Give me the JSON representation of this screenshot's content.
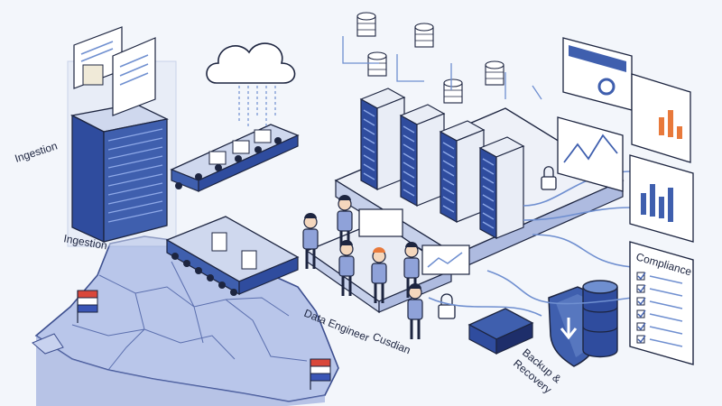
{
  "labels": {
    "ingestion_top": "Ingestion",
    "ingestion_bottom": "Ingestion",
    "data_engineer": "Data Engineer",
    "custodian": "Cusdian",
    "backup_line1": "Backup &",
    "backup_line2": "Recovery",
    "compliance": "Compliance"
  },
  "colors": {
    "background": "#f3f6fb",
    "map_fill": "#b9c6ea",
    "server_blue": "#3f5fae",
    "server_light": "#e9edf6",
    "outline": "#1d2540",
    "accent_orange": "#e8793b",
    "flag_red": "#d9473a",
    "pipe_blue": "#6f8fd0"
  },
  "icons": [
    "cloud-icon",
    "database-icon",
    "shield-icon",
    "lock-icon",
    "document-icon",
    "chart-icon",
    "user-icon",
    "flag-icon"
  ]
}
